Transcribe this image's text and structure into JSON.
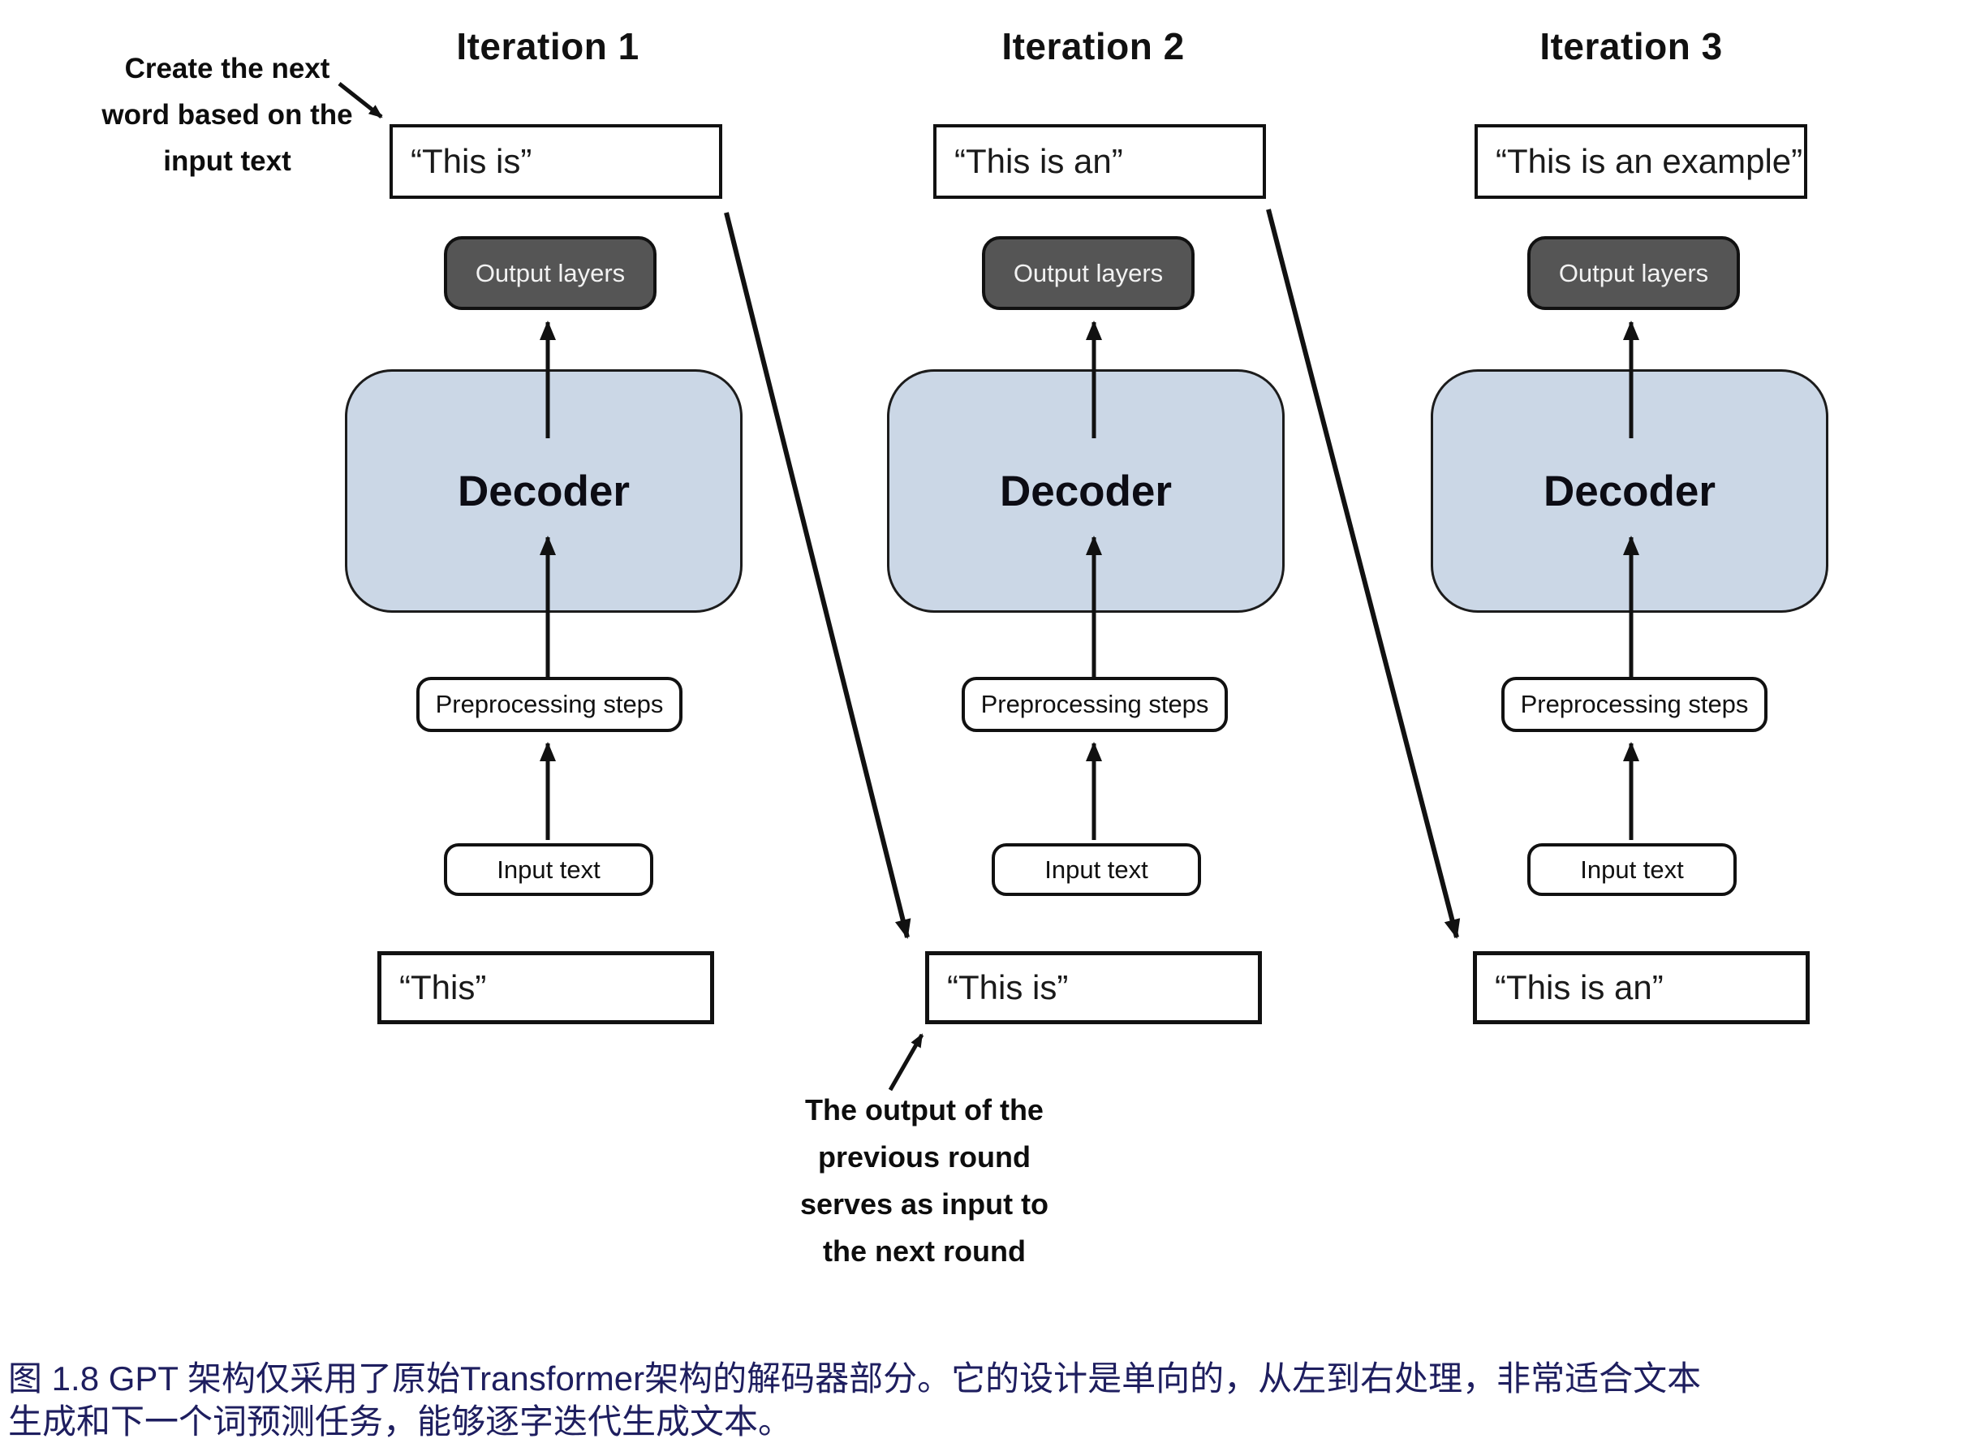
{
  "figure": {
    "iterations": [
      {
        "title": "Iteration 1",
        "output_quote": "“This is”",
        "output_layers": "Output layers",
        "decoder": "Decoder",
        "preprocessing": "Preprocessing steps",
        "input_label": "Input text",
        "input_quote": "“This”"
      },
      {
        "title": "Iteration 2",
        "output_quote": "“This is an”",
        "output_layers": "Output layers",
        "decoder": "Decoder",
        "preprocessing": "Preprocessing steps",
        "input_label": "Input text",
        "input_quote": "“This is”"
      },
      {
        "title": "Iteration 3",
        "output_quote": "“This is an example”",
        "output_layers": "Output layers",
        "decoder": "Decoder",
        "preprocessing": "Preprocessing steps",
        "input_label": "Input text",
        "input_quote": "“This is an”"
      }
    ],
    "annotations": {
      "create_next": {
        "lines": [
          "Create the next",
          "word based on the",
          "input text"
        ]
      },
      "output_feedback": {
        "lines": [
          "The output of the",
          "previous round",
          "serves as input to",
          "the next round"
        ]
      }
    },
    "caption": {
      "lines": [
        "图 1.8  GPT 架构仅采用了原始Transformer架构的解码器部分。它的设计是单向的，从左到右处理，非常适合文本",
        "生成和下一个词预测任务，能够逐字迭代生成文本。"
      ]
    },
    "colors": {
      "decoder_fill": "#cbd7e6",
      "output_layers_fill": "#555555",
      "caption_color": "#1e1e5f",
      "ink_color": "#111111"
    }
  }
}
